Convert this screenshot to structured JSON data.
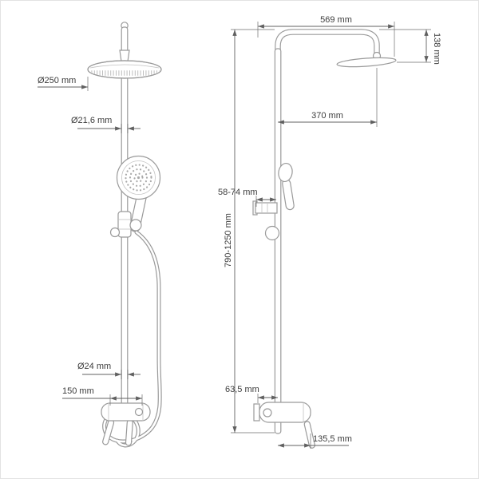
{
  "colors": {
    "background": "#ffffff",
    "fixture_line": "#9a9a9a",
    "dimension_line": "#606060",
    "text": "#3c3c3c",
    "hatch": "#bdbdbd"
  },
  "front_view": {
    "dim_head_diameter": "Ø250 mm",
    "dim_pipe_diameter": "Ø21,6 mm",
    "dim_hose_diameter": "Ø24 mm",
    "dim_inlet_spacing": "150 mm"
  },
  "side_view": {
    "dim_overall_depth": "569 mm",
    "dim_head_drop": "138 mm",
    "dim_head_reach": "370 mm",
    "dim_bracket_depth": "58-74 mm",
    "dim_height_range": "790-1250 mm",
    "dim_wall_offset": "63,5 mm",
    "dim_bottom_reach": "135,5 mm"
  }
}
